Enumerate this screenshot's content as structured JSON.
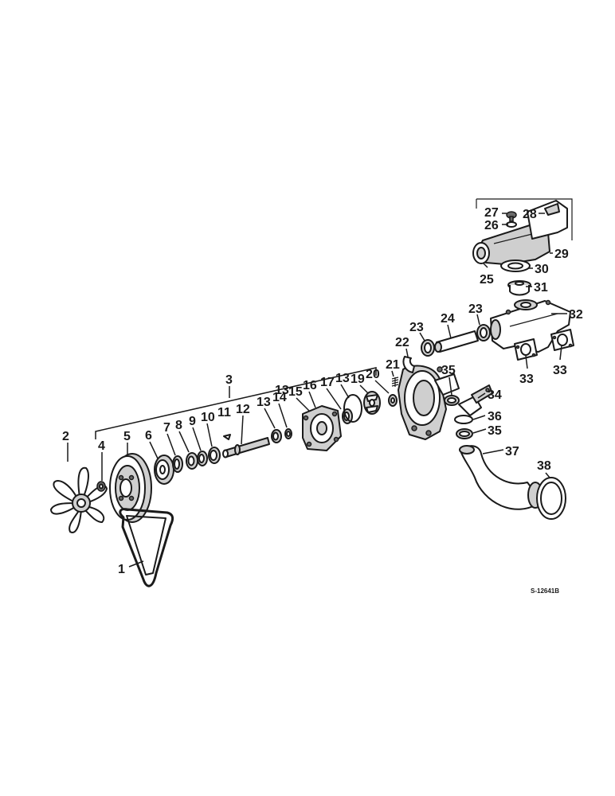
{
  "callouts": [
    "1",
    "2",
    "3",
    "4",
    "5",
    "6",
    "7",
    "8",
    "9",
    "10",
    "11",
    "12",
    "13",
    "13",
    "14",
    "15",
    "16",
    "17",
    "13",
    "19",
    "20",
    "21",
    "22",
    "23",
    "23",
    "24",
    "25",
    "26",
    "27",
    "28",
    "29",
    "30",
    "31",
    "32",
    "33",
    "33",
    "34",
    "35",
    "35",
    "36",
    "37",
    "38"
  ],
  "drawing_code": "S-12641B"
}
